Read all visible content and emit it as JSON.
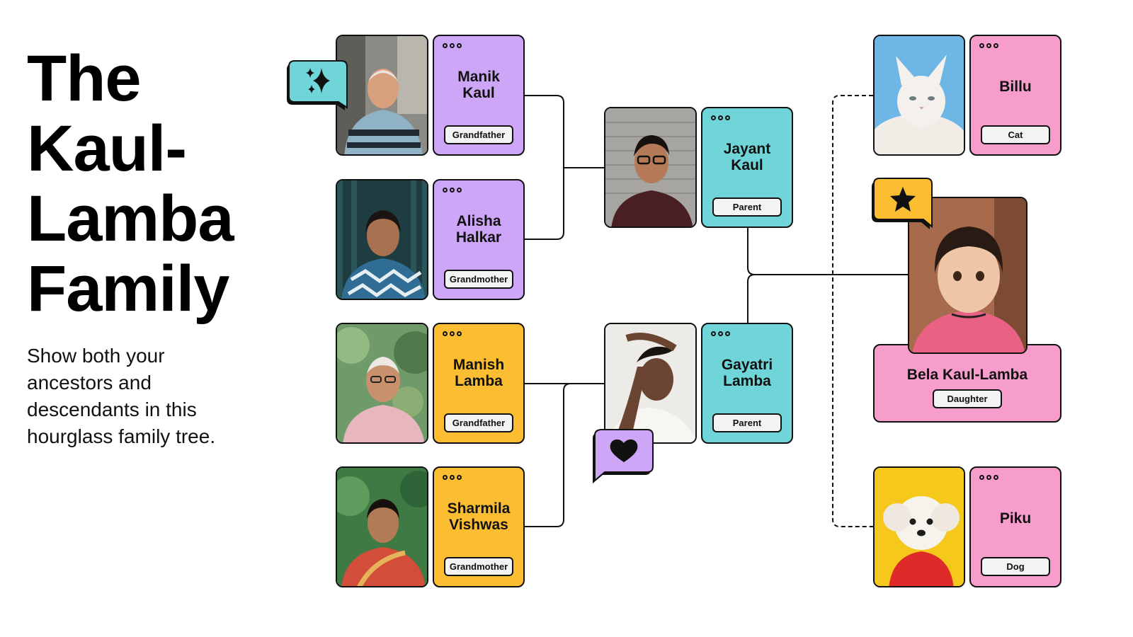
{
  "title_lines": [
    "The",
    "Kaul-",
    "Lamba",
    "Family"
  ],
  "subtitle": "Show both your ancestors and descendants in this hourglass family tree.",
  "members": {
    "manik": {
      "name_lines": [
        "Manik",
        "Kaul"
      ],
      "role": "Grandfather"
    },
    "alisha": {
      "name_lines": [
        "Alisha",
        "Halkar"
      ],
      "role": "Grandmother"
    },
    "manish": {
      "name_lines": [
        "Manish",
        "Lamba"
      ],
      "role": "Grandfather"
    },
    "sharmila": {
      "name_lines": [
        "Sharmila",
        "Vishwas"
      ],
      "role": "Grandmother"
    },
    "jayant": {
      "name_lines": [
        "Jayant",
        "Kaul"
      ],
      "role": "Parent"
    },
    "gayatri": {
      "name_lines": [
        "Gayatri",
        "Lamba"
      ],
      "role": "Parent"
    },
    "bela": {
      "name_lines": [
        "Bela Kaul-Lamba"
      ],
      "role": "Daughter"
    },
    "billu": {
      "name_lines": [
        "Billu"
      ],
      "role": "Cat"
    },
    "piku": {
      "name_lines": [
        "Piku"
      ],
      "role": "Dog"
    }
  },
  "colors": {
    "grandparents_kaul": "#cda6f7",
    "grandparents_lamba": "#fbbd31",
    "parents": "#6fd5d8",
    "children_and_pets": "#f79dcb",
    "bubble_sparkle": "#6fd5d8",
    "bubble_star": "#fbbd31",
    "bubble_heart": "#cda6f7"
  },
  "icons": [
    "sparkle-icon",
    "star-icon",
    "heart-icon",
    "more-dots-icon"
  ]
}
